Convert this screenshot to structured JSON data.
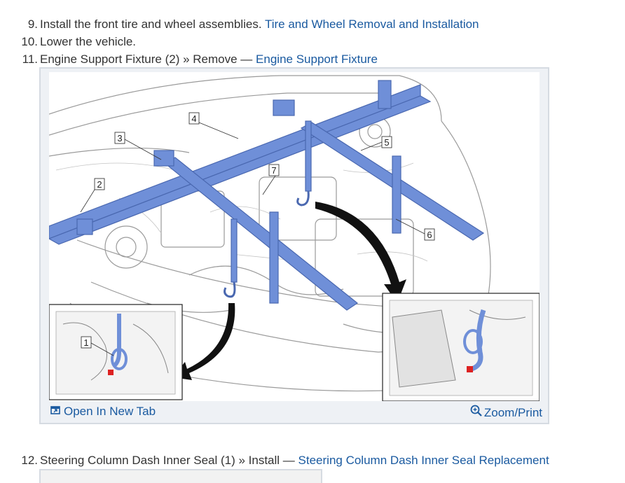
{
  "steps": [
    {
      "number": "9.",
      "text": "Install the front tire and wheel assemblies.",
      "link": "Tire and Wheel Removal and Installation"
    },
    {
      "number": "10.",
      "text": "Lower the vehicle.",
      "link": ""
    },
    {
      "number": "11.",
      "text": "Engine Support Fixture (2) » Remove —",
      "link": "Engine Support Fixture"
    },
    {
      "number": "12.",
      "text": "Steering Column Dash Inner Seal (1) » Install —",
      "link": "Steering Column Dash Inner Seal Replacement"
    }
  ],
  "figure": {
    "callouts": [
      "1",
      "2",
      "3",
      "4",
      "5",
      "6",
      "7"
    ],
    "open_tab_label": "Open In New Tab",
    "zoom_label": "Zoom/Print",
    "open_tab_icon": "open-new-tab-icon",
    "zoom_icon": "zoom-icon",
    "fixture_color": "#6f8fd8"
  },
  "colors": {
    "link": "#1a5aa0",
    "text": "#333333",
    "figure_bg": "#eef1f5",
    "border": "#d6dbe2"
  }
}
